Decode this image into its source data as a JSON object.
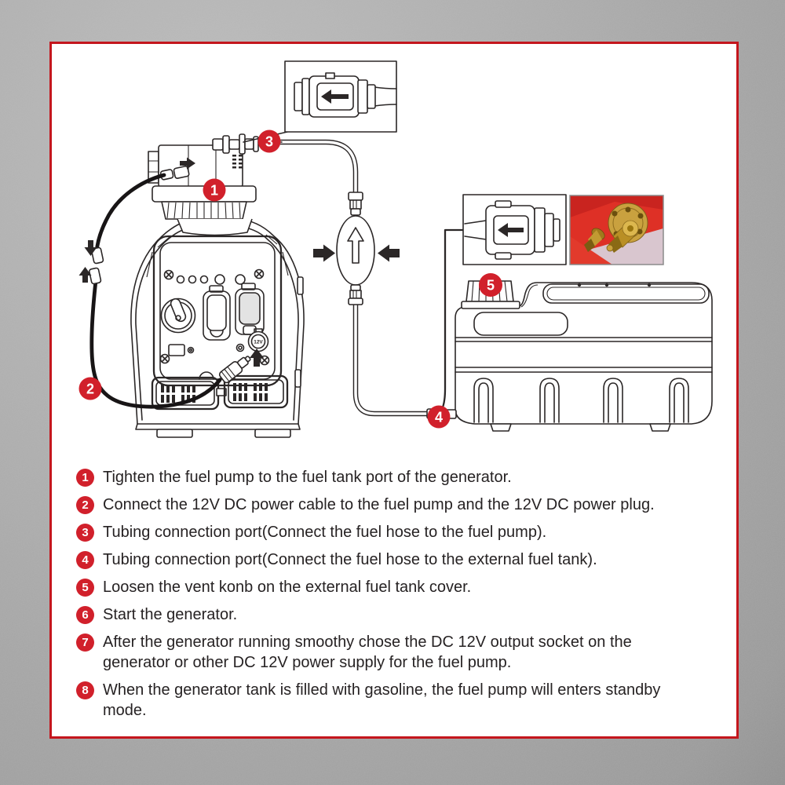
{
  "diagram": {
    "dc_socket_label": "12V",
    "callouts": [
      {
        "number": "1"
      },
      {
        "number": "2"
      },
      {
        "number": "3"
      },
      {
        "number": "4"
      },
      {
        "number": "5"
      }
    ]
  },
  "steps": [
    {
      "num": "1",
      "text": "Tighten the fuel pump to the fuel tank port of the generator."
    },
    {
      "num": "2",
      "text": "Connect the 12V DC power cable to the fuel pump and the 12V DC power plug."
    },
    {
      "num": "3",
      "text": "Tubing connection port(Connect the fuel hose to the fuel pump)."
    },
    {
      "num": "4",
      "text": "Tubing connection port(Connect the fuel hose to the external fuel tank)."
    },
    {
      "num": "5",
      "text": "Loosen the vent konb on the external fuel tank cover."
    },
    {
      "num": "6",
      "text": "Start the generator."
    },
    {
      "num": "7",
      "text": "After the generator running smoothy chose the DC 12V output socket on the generator or other DC 12V power supply for the fuel pump."
    },
    {
      "num": "8",
      "text": "When the generator tank is filled with gasoline, the fuel pump will enters standby mode."
    }
  ],
  "colors": {
    "accent_red": "#d1202b",
    "panel_border": "#c4161d",
    "line_art": "#2b2727",
    "photo_red": "#de3026",
    "brass": "#c9a13f",
    "background_gray": "#a9a9a9"
  }
}
